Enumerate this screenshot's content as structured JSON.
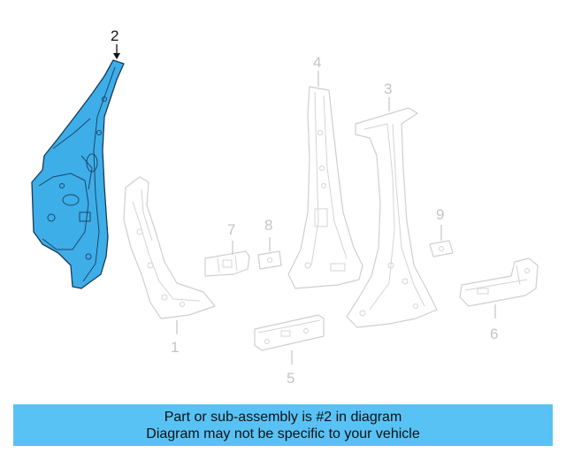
{
  "diagram": {
    "callouts": [
      {
        "id": "1",
        "label": "1"
      },
      {
        "id": "2",
        "label": "2"
      },
      {
        "id": "3",
        "label": "3"
      },
      {
        "id": "4",
        "label": "4"
      },
      {
        "id": "5",
        "label": "5"
      },
      {
        "id": "6",
        "label": "6"
      },
      {
        "id": "7",
        "label": "7"
      },
      {
        "id": "8",
        "label": "8"
      },
      {
        "id": "9",
        "label": "9"
      }
    ],
    "highlighted_part": "2",
    "colors": {
      "highlight_fill": "#3eaee8",
      "highlight_outline": "#163a55",
      "faded_outline": "#cfcfcf",
      "banner_background": "#59c2f5"
    }
  },
  "banner": {
    "line1": "Part or sub-assembly is #2 in diagram",
    "line2": "Diagram may not be specific to your vehicle"
  }
}
